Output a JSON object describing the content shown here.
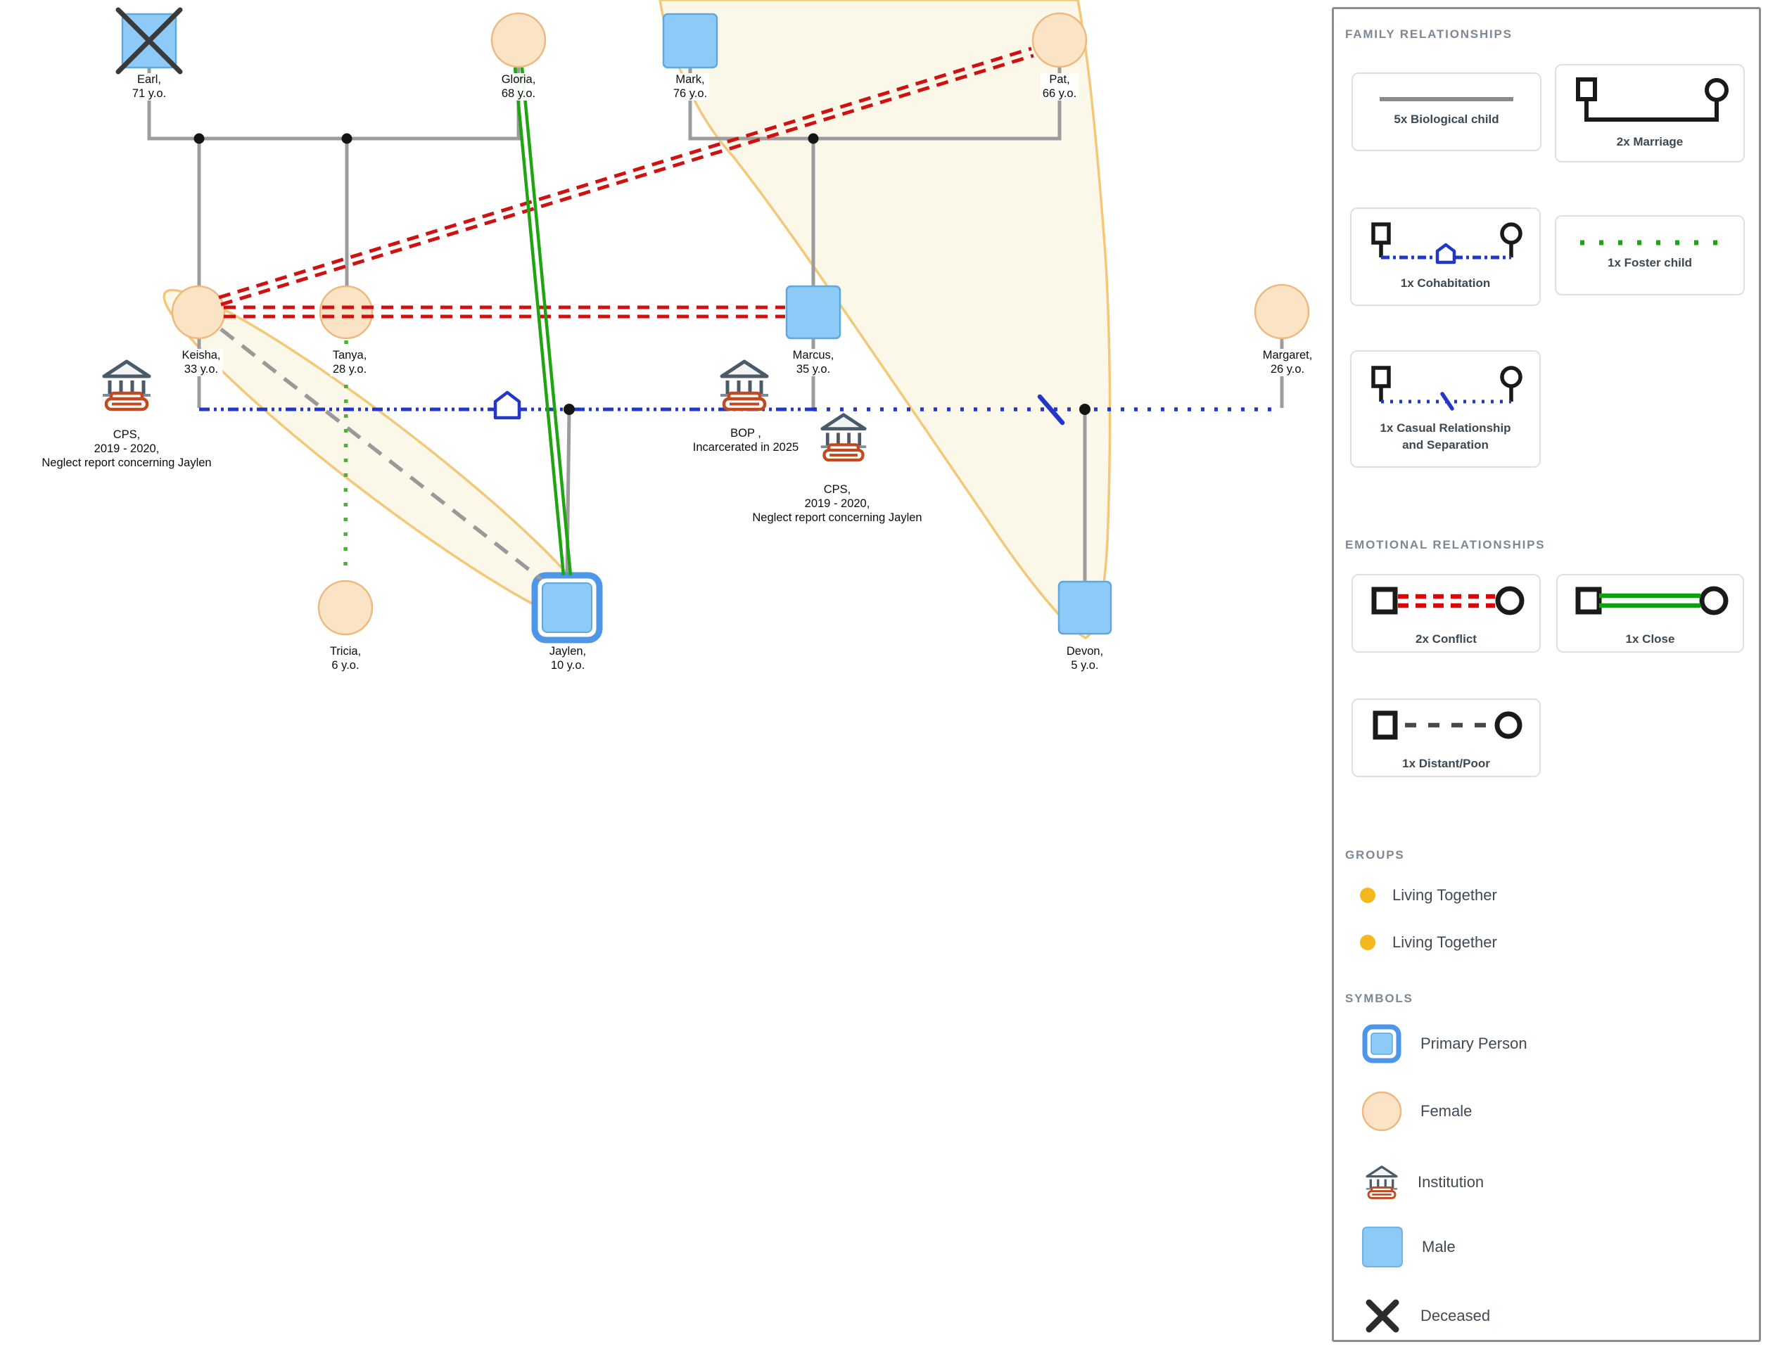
{
  "diagram": {
    "people": [
      {
        "id": "earl",
        "line1": "Earl,",
        "line2": "71 y.o.",
        "sex": "male",
        "deceased": true
      },
      {
        "id": "gloria",
        "line1": "Gloria,",
        "line2": "68 y.o.",
        "sex": "female"
      },
      {
        "id": "mark",
        "line1": "Mark,",
        "line2": "76 y.o.",
        "sex": "male"
      },
      {
        "id": "pat",
        "line1": "Pat,",
        "line2": "66 y.o.",
        "sex": "female"
      },
      {
        "id": "keisha",
        "line1": "Keisha,",
        "line2": "33 y.o.",
        "sex": "female"
      },
      {
        "id": "tanya",
        "line1": "Tanya,",
        "line2": "28 y.o.",
        "sex": "female"
      },
      {
        "id": "marcus",
        "line1": "Marcus,",
        "line2": "35 y.o.",
        "sex": "male"
      },
      {
        "id": "margaret",
        "line1": "Margaret,",
        "line2": "26 y.o.",
        "sex": "female"
      },
      {
        "id": "tricia",
        "line1": "Tricia,",
        "line2": "6 y.o.",
        "sex": "female"
      },
      {
        "id": "jaylen",
        "line1": "Jaylen,",
        "line2": "10 y.o.",
        "sex": "male",
        "primary": true
      },
      {
        "id": "devon",
        "line1": "Devon,",
        "line2": "5 y.o.",
        "sex": "male"
      }
    ],
    "institutions": [
      {
        "id": "cps-left",
        "lines": [
          "CPS,",
          "2019 - 2020,",
          "Neglect report concerning Jaylen"
        ]
      },
      {
        "id": "bop",
        "lines": [
          "BOP ,",
          "Incarcerated in 2025"
        ]
      },
      {
        "id": "cps-right",
        "lines": [
          "CPS,",
          "2019 - 2020,",
          "Neglect report concerning Jaylen"
        ]
      }
    ]
  },
  "legend": {
    "family": {
      "title": "FAMILY RELATIONSHIPS",
      "cards": [
        {
          "label": "5x Biological child"
        },
        {
          "label": "2x Marriage"
        },
        {
          "label": "1x Cohabitation"
        },
        {
          "label": "1x Foster child"
        },
        {
          "label": "1x Casual Relationship",
          "label2": "and Separation"
        }
      ]
    },
    "emotional": {
      "title": "EMOTIONAL RELATIONSHIPS",
      "cards": [
        {
          "label": "2x Conflict"
        },
        {
          "label": "1x Close"
        },
        {
          "label": "1x Distant/Poor"
        }
      ]
    },
    "groups": {
      "title": "GROUPS",
      "items": [
        {
          "label": "Living Together"
        },
        {
          "label": "Living Together"
        }
      ]
    },
    "symbols": {
      "title": "SYMBOLS",
      "items": [
        {
          "label": "Primary Person"
        },
        {
          "label": "Female"
        },
        {
          "label": "Institution"
        },
        {
          "label": "Male"
        },
        {
          "label": "Deceased"
        }
      ]
    }
  },
  "colors": {
    "male_fill": "#8ECAF7",
    "male_stroke": "#5FA8DC",
    "female_fill": "#FBE3C5",
    "female_stroke": "#EFB87F",
    "primary_stroke": "#4D96E8",
    "family_line": "#9C9C9C",
    "cohabitation_blue": "#2236C7",
    "conflict_red": "#CE1212",
    "close_green": "#1FA512",
    "foster_green": "#48B431",
    "distant_gray": "#999999",
    "group_fill": "#FCF7E5",
    "group_stroke": "#F3C878",
    "group_dot": "#F5B81C"
  }
}
